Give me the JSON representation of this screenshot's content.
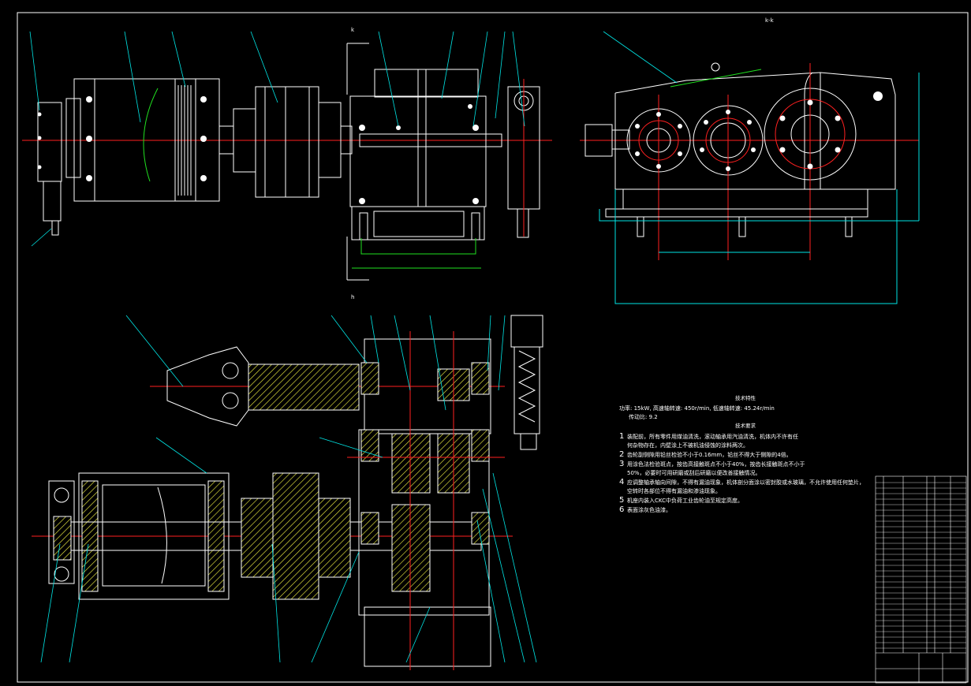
{
  "drawing": {
    "view_labels": {
      "top_section_arrow": "k",
      "right_view": "k-k",
      "bottom_section_arrow": "h"
    },
    "notes": {
      "tech_title": "技术特性",
      "tech_line1": "功率: 15kW, 高速轴转速: 450r/min, 低速轴转速: 45.24r/min",
      "tech_line2": "传动比: 9.2",
      "req_title": "技术要求",
      "requirements": [
        {
          "num": "1",
          "text": "装配前，所有零件用煤油清洗，滚动轴承用汽油清洗，机体内不许有任"
        },
        {
          "num": "",
          "text": "何杂物存在，内壁涂上不被机油侵蚀的涂料两次。"
        },
        {
          "num": "2",
          "text": "齿轮副侧隙用铅丝检验不小于0.16mm，铅丝不得大于侧隙的4倍。"
        },
        {
          "num": "3",
          "text": "用涂色法检验斑点，按齿高接触斑点不小于40%，按齿长接触斑点不小于"
        },
        {
          "num": "",
          "text": "50%，必要时可用研磨或刮后研磨以便改善接触情况。"
        },
        {
          "num": "4",
          "text": "应调整轴承轴向间隙，不得有漏油现象，机体剖分面涂以密封胶或水玻璃，不允许使用任何垫片，"
        },
        {
          "num": "",
          "text": "空转时各部位不得有漏油和渗油现象。"
        },
        {
          "num": "5",
          "text": "机座内装入CKC中负荷工业齿轮油至规定高度。"
        },
        {
          "num": "6",
          "text": "表面涂灰色油漆。"
        }
      ]
    },
    "colors": {
      "background": "#000000",
      "outline": "#ffffff",
      "centerline": "#ff2020",
      "leader": "#00e5e5",
      "hatch": "#e8e840",
      "accent": "#20e020"
    }
  }
}
